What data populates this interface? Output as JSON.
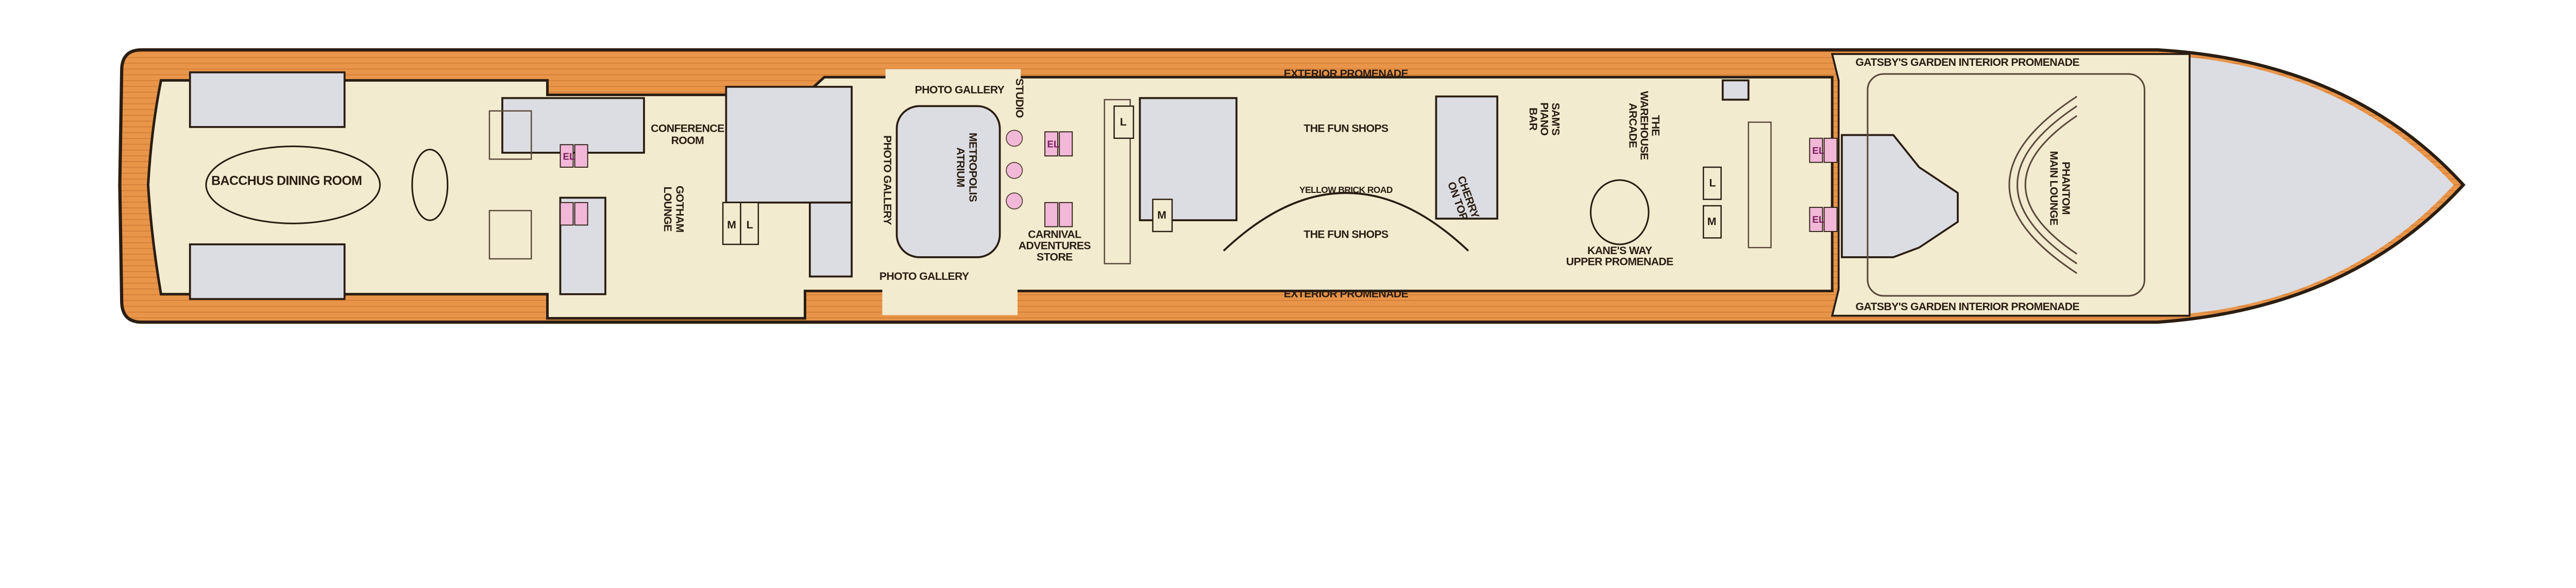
{
  "colors": {
    "deck_wood": "#e8954a",
    "interior": "#f3ebcf",
    "restricted": "#dcdde2",
    "elevator": "#f2b8d8",
    "outline": "#2a1d12"
  },
  "venues": {
    "bacchus": "BACCHUS DINING ROOM",
    "conference": [
      "CONFERENCE",
      "ROOM"
    ],
    "gotham": [
      "GOTHAM",
      "LOUNGE"
    ],
    "photo_gallery_top": "PHOTO GALLERY",
    "photo_gallery_side": "PHOTO GALLERY",
    "photo_gallery_bottom": "PHOTO GALLERY",
    "metropolis": [
      "METROPOLIS",
      "ATRIUM"
    ],
    "studio": "STUDIO",
    "carnival_store": [
      "CARNIVAL",
      "ADVENTURES",
      "STORE"
    ],
    "exterior_top": "EXTERIOR PROMENADE",
    "exterior_bottom": "EXTERIOR PROMENADE",
    "fun_shops_top": "THE FUN SHOPS",
    "fun_shops_bottom": "THE FUN SHOPS",
    "yellow_brick_road": "YELLOW BRICK ROAD",
    "cherry": [
      "CHERRY",
      "ON TOP"
    ],
    "sams": [
      "SAM'S",
      "PIANO",
      "BAR"
    ],
    "warehouse": [
      "THE",
      "WAREHOUSE",
      "ARCADE"
    ],
    "kanes": [
      "KANE'S WAY",
      "UPPER PROMENADE"
    ],
    "gatsby_top": "GATSBY'S GARDEN INTERIOR PROMENADE",
    "gatsby_bottom": "GATSBY'S GARDEN INTERIOR PROMENADE",
    "phantom": [
      "PHANTOM",
      "MAIN LOUNGE"
    ]
  },
  "markers": {
    "elevator": "EL",
    "men": "M",
    "ladies": "L"
  }
}
